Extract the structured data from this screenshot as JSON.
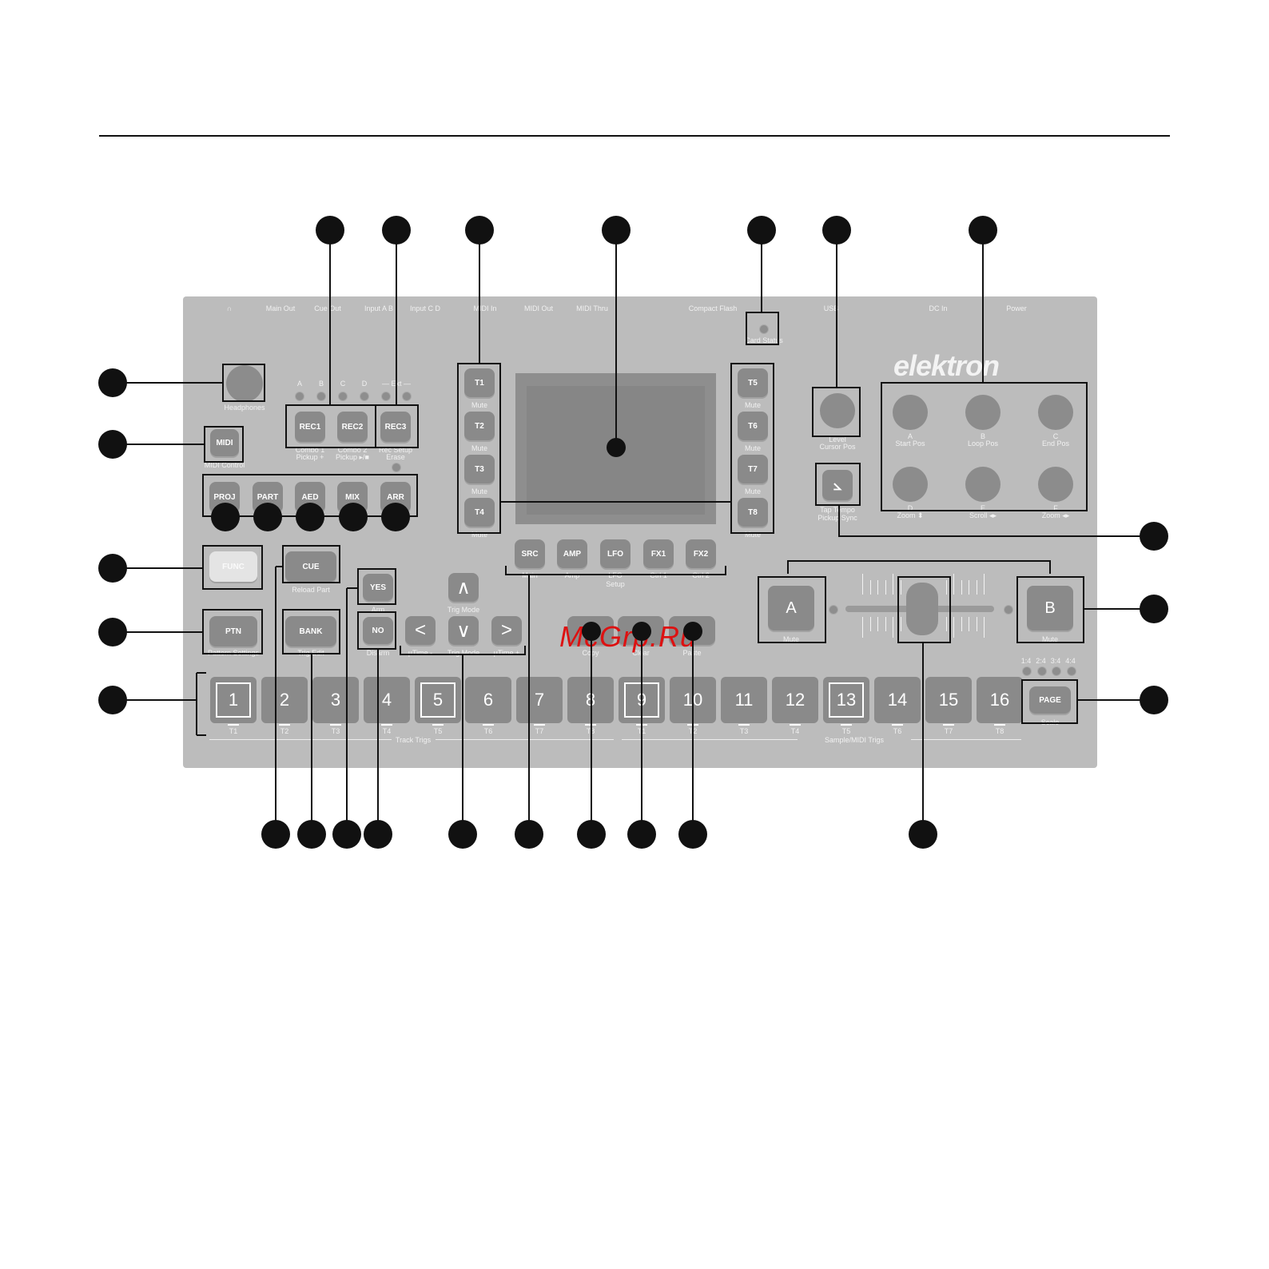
{
  "page": {
    "label": "PAGE",
    "sub": "Scale"
  },
  "watermark": "McGrp.Ru",
  "logo": "elektron",
  "top_ports": [
    {
      "label": "∩"
    },
    {
      "label": "Main Out"
    },
    {
      "label": "Cue Out"
    },
    {
      "label": "Input A B"
    },
    {
      "label": "Input C D"
    },
    {
      "label": "MIDI In"
    },
    {
      "label": "MIDI Out"
    },
    {
      "label": "MIDI Thru"
    },
    {
      "label": "Compact Flash"
    },
    {
      "label": "USB"
    },
    {
      "label": "DC In"
    },
    {
      "label": "Power"
    }
  ],
  "card_status": "Card Status",
  "headphones": "Headphones",
  "midi": {
    "label": "MIDI",
    "sub": "MIDI Control"
  },
  "input_leds": {
    "a": "A",
    "b": "B",
    "c": "C",
    "d": "D",
    "ext": "— Ext —"
  },
  "rec": [
    {
      "label": "REC1",
      "sub1": "Combo 1",
      "sub2": "Pickup +"
    },
    {
      "label": "REC2",
      "sub1": "Combo 2",
      "sub2": "Pickup ▸/■"
    },
    {
      "label": "REC3",
      "sub1": "Rec Setup",
      "sub2": "Erase"
    }
  ],
  "project_row": [
    {
      "label": "PROJ"
    },
    {
      "label": "PART"
    },
    {
      "label": "AED"
    },
    {
      "label": "MIX"
    },
    {
      "label": "ARR"
    }
  ],
  "func": "FUNC",
  "cue": {
    "label": "CUE",
    "sub": "Reload Part"
  },
  "ptn": {
    "label": "PTN",
    "sub": "Pattern Settings"
  },
  "bank": {
    "label": "BANK",
    "sub": "Trig Edit"
  },
  "yes": {
    "label": "YES",
    "sub": "Arm"
  },
  "no": {
    "label": "NO",
    "sub": "Disarm"
  },
  "arrows": {
    "up_sub": "Trig Mode",
    "left_sub": "µTime -",
    "down_sub": "Trig Mode",
    "right_sub": "µTime +"
  },
  "tracks_left": [
    {
      "label": "T1",
      "sub": "Mute"
    },
    {
      "label": "T2",
      "sub": "Mute"
    },
    {
      "label": "T3",
      "sub": "Mute"
    },
    {
      "label": "T4",
      "sub": "Mute"
    }
  ],
  "tracks_right": [
    {
      "label": "T5",
      "sub": "Mute"
    },
    {
      "label": "T6",
      "sub": "Mute"
    },
    {
      "label": "T7",
      "sub": "Mute"
    },
    {
      "label": "T8",
      "sub": "Mute"
    }
  ],
  "params": [
    {
      "label": "SRC",
      "sub": "Main"
    },
    {
      "label": "AMP",
      "sub": "Amp"
    },
    {
      "label": "LFO",
      "sub": "LFO"
    },
    {
      "label": "FX1",
      "sub": "Ctrl 1"
    },
    {
      "label": "FX2",
      "sub": "Ctrl 2"
    }
  ],
  "setup": "Setup",
  "copy_paste": [
    {
      "sub": "Copy"
    },
    {
      "sub": "Clear"
    },
    {
      "sub": "Paste"
    }
  ],
  "level": {
    "label": "Level",
    "sub": "Cursor Pos"
  },
  "data_knobs": [
    {
      "label": "A",
      "sub": "Start Pos"
    },
    {
      "label": "B",
      "sub": "Loop Pos"
    },
    {
      "label": "C",
      "sub": "End Pos"
    },
    {
      "label": "D",
      "sub": "Zoom ⬍"
    },
    {
      "label": "E",
      "sub": "Scroll ◂▸"
    },
    {
      "label": "F",
      "sub": "Zoom ◂▸"
    }
  ],
  "tempo": {
    "label": "Tap Tempo",
    "sub": "Pickup Sync"
  },
  "scene_a": {
    "label": "A",
    "sub": "Mute"
  },
  "scene_b": {
    "label": "B",
    "sub": "Mute"
  },
  "page_leds": [
    "1:4",
    "2:4",
    "3:4",
    "4:4"
  ],
  "trigs": [
    {
      "num": "1",
      "sub": "T1"
    },
    {
      "num": "2",
      "sub": "T2"
    },
    {
      "num": "3",
      "sub": "T3"
    },
    {
      "num": "4",
      "sub": "T4"
    },
    {
      "num": "5",
      "sub": "T5"
    },
    {
      "num": "6",
      "sub": "T6"
    },
    {
      "num": "7",
      "sub": "T7"
    },
    {
      "num": "8",
      "sub": "T8"
    },
    {
      "num": "9",
      "sub": "T1"
    },
    {
      "num": "10",
      "sub": "T2"
    },
    {
      "num": "11",
      "sub": "T3"
    },
    {
      "num": "12",
      "sub": "T4"
    },
    {
      "num": "13",
      "sub": "T5"
    },
    {
      "num": "14",
      "sub": "T6"
    },
    {
      "num": "15",
      "sub": "T7"
    },
    {
      "num": "16",
      "sub": "T8"
    }
  ],
  "trig_groups": {
    "left": "Track Trigs",
    "right": "Sample/MIDI Trigs"
  }
}
